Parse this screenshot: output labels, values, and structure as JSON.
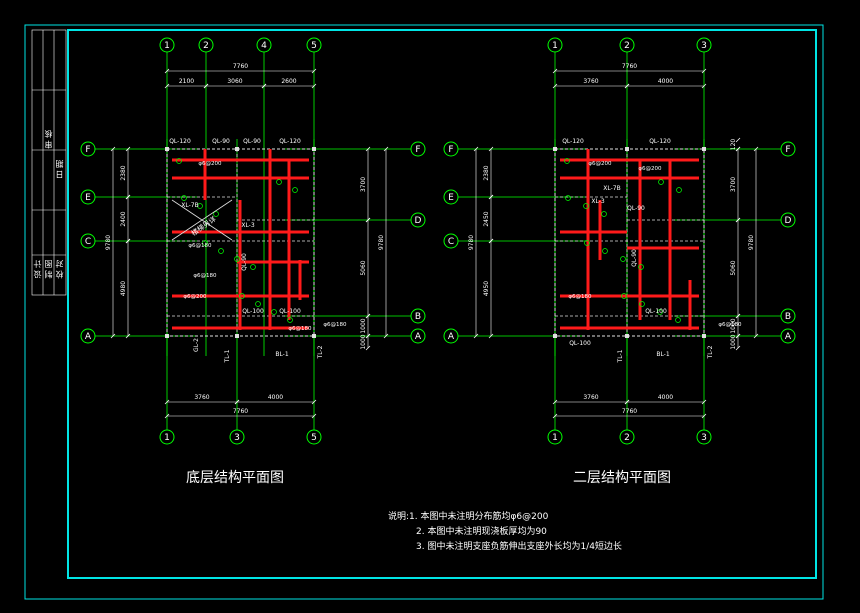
{
  "colors": {
    "frame": "#00e5e5",
    "grid": "#00ff00",
    "beam": "#ff1a1a",
    "wall": "#e0e0e0",
    "text": "#ffffff",
    "background": "#000000"
  },
  "title_block": {
    "labels": [
      "审 核",
      "设 计",
      "制 图",
      "校 对",
      "日 期"
    ]
  },
  "plans": [
    {
      "title": "底层结构平面图",
      "top_axes": [
        "1",
        "2",
        "4",
        "5"
      ],
      "bottom_axes": [
        "1",
        "3",
        "5"
      ],
      "left_axes": [
        "F",
        "E",
        "C",
        "A"
      ],
      "right_axes": [
        "F",
        "D",
        "B",
        "A"
      ],
      "top_overall_dim": "7760",
      "top_dims": [
        "2100",
        "3060",
        "2600"
      ],
      "bottom_dims": [
        "3760",
        "4000"
      ],
      "bottom_overall_dim": "7760",
      "left_dims": [
        "2380",
        "2400",
        "4980"
      ],
      "left_overall_dim": "9780",
      "right_dims": [
        "3700",
        "5060",
        "1000",
        "1000"
      ],
      "right_overall_dim": "9780",
      "beam_labels": [
        "QL-120",
        "QL-90",
        "QL-90",
        "QL-120",
        "XL-7B",
        "XL-3",
        "QL-90",
        "QL-100",
        "QL-100",
        "BL-1",
        "TL-1",
        "TL-2",
        "GL-2"
      ],
      "stair_label": "楼梯另详",
      "rebar_labels": [
        "φ6@200",
        "φ6@180",
        "φ6@180",
        "φ6@200",
        "φ6@180",
        "φ6@180"
      ]
    },
    {
      "title": "二层结构平面图",
      "top_axes": [
        "1",
        "2",
        "3"
      ],
      "bottom_axes": [
        "1",
        "2",
        "3"
      ],
      "left_axes": [
        "F",
        "E",
        "C",
        "A"
      ],
      "right_axes": [
        "F",
        "D",
        "B",
        "A"
      ],
      "top_overall_dim": "7760",
      "top_dims": [
        "3760",
        "4000"
      ],
      "bottom_dims": [
        "3760",
        "4000"
      ],
      "bottom_overall_dim": "7760",
      "left_dims": [
        "2380",
        "2450",
        "4950"
      ],
      "left_overall_dim": "9780",
      "right_dims": [
        "120",
        "3700",
        "5060",
        "1000",
        "1000"
      ],
      "right_overall_dim": "9780",
      "beam_labels": [
        "QL-120",
        "QL-120",
        "XL-7B",
        "XL-3",
        "QL-90",
        "QL-90",
        "QL-100",
        "QL-100",
        "BL-1",
        "TL-1",
        "TL-2"
      ],
      "rebar_labels": [
        "φ6@200",
        "φ6@180",
        "φ6@180",
        "φ6@200"
      ]
    }
  ],
  "notes": {
    "heading": "说明:",
    "items": [
      "1. 本图中未注明分布筋均φ6@200",
      "2. 本图中未注明现浇板厚均为90",
      "3. 图中未注明支座负筋伸出支座外长均为1/4短边长"
    ]
  }
}
